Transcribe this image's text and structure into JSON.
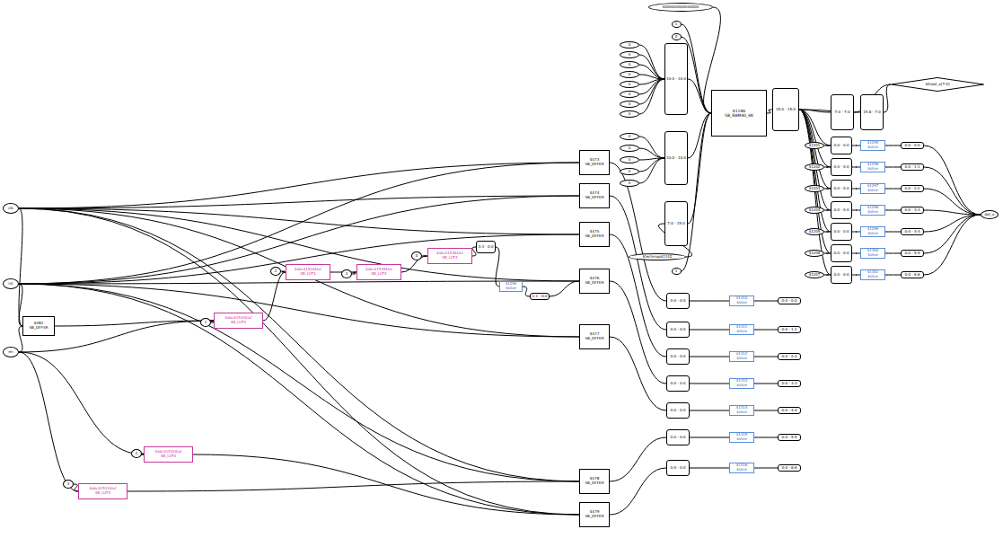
{
  "diagram": {
    "nodes": [
      {
        "text": [
          "clk"
        ]
      },
      {
        "text": [
          "rst"
        ]
      },
      {
        "text": [
          "en"
        ]
      },
      {
        "text": [
          "$482",
          "SB_DFFSR"
        ]
      },
      {
        "text": [
          "3"
        ]
      },
      {
        "text": [
          "$abc$1531$lut",
          "SB_LUT4"
        ]
      },
      {
        "text": [
          "2"
        ]
      },
      {
        "text": [
          "$abc$1532$lut",
          "SB_LUT4"
        ]
      },
      {
        "text": [
          "1"
        ]
      },
      {
        "text": [
          "$abc$1533$lut",
          "SB_LUT4"
        ]
      },
      {
        "text": [
          "2"
        ]
      },
      {
        "text": [
          "$abc$1534$lut",
          "SB_LUT4"
        ]
      },
      {
        "text": [
          "3"
        ]
      },
      {
        "text": [
          "$abc$1535$lut",
          "SB_LUT4"
        ]
      },
      {
        "text": [
          "0"
        ]
      },
      {
        "text": [
          "$abc$1536$lut",
          "SB_LUT4"
        ]
      },
      {
        "text": [
          "3:3 - 0:0"
        ]
      },
      {
        "text": [
          "$1290",
          "$slice"
        ]
      },
      {
        "text": [
          "1:1 - 0:0"
        ]
      },
      {
        "text": [
          "$473",
          "SB_DFFER"
        ]
      },
      {
        "text": [
          "$474",
          "SB_DFFER"
        ]
      },
      {
        "text": [
          "$475",
          "SB_DFFER"
        ]
      },
      {
        "text": [
          "$476",
          "SB_DFFER"
        ]
      },
      {
        "text": [
          "$477",
          "SB_DFFER"
        ]
      },
      {
        "text": [
          "$478",
          "SB_DFFER"
        ]
      },
      {
        "text": [
          "$479",
          "SB_DFFER"
        ]
      },
      {
        "text": [
          "0000000000000000"
        ]
      },
      {
        "text": [
          "1"
        ]
      },
      {
        "text": [
          "0"
        ]
      },
      {
        "text": [
          "10:0 - 10:0"
        ]
      },
      {
        "text": [
          "0"
        ]
      },
      {
        "text": [
          "0"
        ]
      },
      {
        "text": [
          "0"
        ]
      },
      {
        "text": [
          "0"
        ]
      },
      {
        "text": [
          "0"
        ]
      },
      {
        "text": [
          "0"
        ]
      },
      {
        "text": [
          "0"
        ]
      },
      {
        "text": [
          "0"
        ]
      },
      {
        "text": [
          "$1186",
          "SB_RAM40_4K"
        ]
      },
      {
        "text": [
          "10:0 - 10:0"
        ]
      },
      {
        "text": [
          "0"
        ]
      },
      {
        "text": [
          "0"
        ]
      },
      {
        "text": [
          "0"
        ]
      },
      {
        "text": [
          "0"
        ]
      },
      {
        "text": [
          "0"
        ]
      },
      {
        "text": [
          "7:0 - 15:0"
        ]
      },
      {
        "text": [
          "1"
        ]
      },
      {
        "text": [
          "$techmap$1142"
        ]
      },
      {
        "text": [
          "15:0 - 15:0"
        ]
      },
      {
        "text": [
          "7:0 - 7:0"
        ]
      },
      {
        "text": [
          "15:8 - 7:0"
        ]
      },
      {
        "text": [
          "$0\\dat_o[7:0]"
        ]
      },
      {
        "text": [
          "$1201"
        ]
      },
      {
        "text": [
          "0:0 - 0:0"
        ]
      },
      {
        "text": [
          "$1295",
          "$slice"
        ]
      },
      {
        "text": [
          "0:0 - 0:0"
        ]
      },
      {
        "text": [
          "$1202"
        ]
      },
      {
        "text": [
          "0:0 - 0:0"
        ]
      },
      {
        "text": [
          "$1296",
          "$slice"
        ]
      },
      {
        "text": [
          "0:0 - 1:1"
        ]
      },
      {
        "text": [
          "$1203"
        ]
      },
      {
        "text": [
          "0:0 - 0:0"
        ]
      },
      {
        "text": [
          "$1297",
          "$slice"
        ]
      },
      {
        "text": [
          "0:0 - 2:2"
        ]
      },
      {
        "text": [
          "$1204"
        ]
      },
      {
        "text": [
          "0:0 - 0:0"
        ]
      },
      {
        "text": [
          "$1298",
          "$slice"
        ]
      },
      {
        "text": [
          "0:0 - 3:3"
        ]
      },
      {
        "text": [
          "$1205"
        ]
      },
      {
        "text": [
          "0:0 - 0:0"
        ]
      },
      {
        "text": [
          "$1299",
          "$slice"
        ]
      },
      {
        "text": [
          "0:0 - 4:4"
        ]
      },
      {
        "text": [
          "$1206"
        ]
      },
      {
        "text": [
          "0:0 - 0:0"
        ]
      },
      {
        "text": [
          "$1300",
          "$slice"
        ]
      },
      {
        "text": [
          "0:0 - 5:5"
        ]
      },
      {
        "text": [
          "$1207"
        ]
      },
      {
        "text": [
          "0:0 - 0:0"
        ]
      },
      {
        "text": [
          "$1301",
          "$slice"
        ]
      },
      {
        "text": [
          "0:0 - 6:6"
        ]
      },
      {
        "text": [
          "dat_o"
        ]
      },
      {
        "text": [
          "0:0 - 0:0"
        ]
      },
      {
        "text": [
          "$1310",
          "$slice"
        ]
      },
      {
        "text": [
          "0:0 - 0:0"
        ]
      },
      {
        "text": [
          "0:0 - 0:0"
        ]
      },
      {
        "text": [
          "$1311",
          "$slice"
        ]
      },
      {
        "text": [
          "0:0 - 1:1"
        ]
      },
      {
        "text": [
          "0:0 - 0:0"
        ]
      },
      {
        "text": [
          "$1312",
          "$slice"
        ]
      },
      {
        "text": [
          "0:0 - 2:2"
        ]
      },
      {
        "text": [
          "0:0 - 0:0"
        ]
      },
      {
        "text": [
          "$1313",
          "$slice"
        ]
      },
      {
        "text": [
          "0:0 - 3:3"
        ]
      },
      {
        "text": [
          "0:0 - 0:0"
        ]
      },
      {
        "text": [
          "$1314",
          "$slice"
        ]
      },
      {
        "text": [
          "0:0 - 4:4"
        ]
      },
      {
        "text": [
          "0:0 - 0:0"
        ]
      },
      {
        "text": [
          "$1315",
          "$slice"
        ]
      },
      {
        "text": [
          "0:0 - 5:5"
        ]
      },
      {
        "text": [
          "0:0 - 0:0"
        ]
      },
      {
        "text": [
          "$1316",
          "$slice"
        ]
      },
      {
        "text": [
          "0:0 - 6:6"
        ]
      }
    ],
    "edges": [
      {
        "from": 0,
        "to": 3,
        "arrow": "none"
      },
      {
        "from": 0,
        "to": 19,
        "arrow": "none"
      },
      {
        "from": 0,
        "to": 20,
        "arrow": "none"
      },
      {
        "from": 0,
        "to": 21,
        "arrow": "none"
      },
      {
        "from": 0,
        "to": 22,
        "arrow": "none"
      },
      {
        "from": 0,
        "to": 23,
        "arrow": "none"
      },
      {
        "from": 0,
        "to": 24,
        "arrow": "none"
      },
      {
        "from": 0,
        "to": 25,
        "arrow": "none"
      },
      {
        "from": 1,
        "to": 3,
        "arrow": "none"
      },
      {
        "from": 1,
        "to": 19,
        "arrow": "none"
      },
      {
        "from": 1,
        "to": 20,
        "arrow": "none"
      },
      {
        "from": 1,
        "to": 21,
        "arrow": "none"
      },
      {
        "from": 1,
        "to": 22,
        "arrow": "none"
      },
      {
        "from": 1,
        "to": 23,
        "arrow": "none"
      },
      {
        "from": 1,
        "to": 24,
        "arrow": "none"
      },
      {
        "from": 1,
        "to": 25,
        "arrow": "none"
      },
      {
        "from": 2,
        "to": 3,
        "arrow": "none"
      },
      {
        "from": 2,
        "to": 5,
        "arrow": "none"
      },
      {
        "from": 2,
        "to": 7,
        "arrow": "none"
      },
      {
        "from": 2,
        "to": 9,
        "arrow": "none"
      },
      {
        "from": 3,
        "to": 9,
        "arrow": "none"
      },
      {
        "from": 4,
        "to": 5,
        "arrow": "none"
      },
      {
        "from": 5,
        "to": 24,
        "arrow": "none"
      },
      {
        "from": 6,
        "to": 7,
        "arrow": "none"
      },
      {
        "from": 7,
        "to": 25,
        "arrow": "none"
      },
      {
        "from": 8,
        "to": 9,
        "arrow": "none"
      },
      {
        "from": 9,
        "to": 11,
        "arrow": "none"
      },
      {
        "from": 10,
        "to": 11,
        "arrow": "none"
      },
      {
        "from": 11,
        "to": 13,
        "arrow": "none"
      },
      {
        "from": 12,
        "to": 13,
        "arrow": "none"
      },
      {
        "from": 13,
        "to": 15,
        "arrow": "none"
      },
      {
        "from": 14,
        "to": 15,
        "arrow": "none"
      },
      {
        "from": 15,
        "to": 16,
        "arrow": "none"
      },
      {
        "from": 16,
        "to": 17,
        "arrow": "none"
      },
      {
        "from": 17,
        "to": 18,
        "arrow": "none"
      },
      {
        "from": 18,
        "to": 22,
        "arrow": "none"
      },
      {
        "from": 19,
        "to": 81,
        "arrow": "none"
      },
      {
        "from": 20,
        "to": 84,
        "arrow": "none"
      },
      {
        "from": 21,
        "to": 87,
        "arrow": "none"
      },
      {
        "from": 22,
        "to": 90,
        "arrow": "none"
      },
      {
        "from": 23,
        "to": 93,
        "arrow": "none"
      },
      {
        "from": 24,
        "to": 96,
        "arrow": "none"
      },
      {
        "from": 25,
        "to": 99,
        "arrow": "none"
      },
      {
        "from": 81,
        "to": 82,
        "arrow": "none"
      },
      {
        "from": 82,
        "to": 83,
        "arrow": "none"
      },
      {
        "from": 84,
        "to": 85,
        "arrow": "none"
      },
      {
        "from": 85,
        "to": 86,
        "arrow": "none"
      },
      {
        "from": 87,
        "to": 88,
        "arrow": "none"
      },
      {
        "from": 88,
        "to": 89,
        "arrow": "none"
      },
      {
        "from": 90,
        "to": 91,
        "arrow": "none"
      },
      {
        "from": 91,
        "to": 92,
        "arrow": "none"
      },
      {
        "from": 93,
        "to": 94,
        "arrow": "none"
      },
      {
        "from": 94,
        "to": 95,
        "arrow": "none"
      },
      {
        "from": 96,
        "to": 97,
        "arrow": "none"
      },
      {
        "from": 97,
        "to": 98,
        "arrow": "none"
      },
      {
        "from": 99,
        "to": 100,
        "arrow": "none"
      },
      {
        "from": 100,
        "to": 101,
        "arrow": "none"
      },
      {
        "from": 26,
        "to": 38,
        "arrow": "none"
      },
      {
        "from": 27,
        "to": 38,
        "arrow": "none"
      },
      {
        "from": 28,
        "to": 38,
        "arrow": "none"
      },
      {
        "from": 30,
        "to": 29,
        "arrow": "none"
      },
      {
        "from": 31,
        "to": 29,
        "arrow": "none"
      },
      {
        "from": 32,
        "to": 29,
        "arrow": "none"
      },
      {
        "from": 33,
        "to": 29,
        "arrow": "none"
      },
      {
        "from": 34,
        "to": 29,
        "arrow": "none"
      },
      {
        "from": 35,
        "to": 29,
        "arrow": "none"
      },
      {
        "from": 36,
        "to": 29,
        "arrow": "none"
      },
      {
        "from": 37,
        "to": 29,
        "arrow": "none"
      },
      {
        "from": 29,
        "to": 38,
        "arrow": "none"
      },
      {
        "from": 40,
        "to": 39,
        "arrow": "none"
      },
      {
        "from": 41,
        "to": 39,
        "arrow": "none"
      },
      {
        "from": 42,
        "to": 39,
        "arrow": "none"
      },
      {
        "from": 43,
        "to": 39,
        "arrow": "none"
      },
      {
        "from": 44,
        "to": 39,
        "arrow": "none"
      },
      {
        "from": 39,
        "to": 38,
        "arrow": "none"
      },
      {
        "from": 45,
        "to": 38,
        "arrow": "none"
      },
      {
        "from": 46,
        "to": 38,
        "arrow": "none"
      },
      {
        "from": 47,
        "to": 45,
        "arrow": "none"
      },
      {
        "from": 38,
        "to": 48,
        "arrow": "none"
      },
      {
        "from": 48,
        "to": 49,
        "arrow": "none"
      },
      {
        "from": 48,
        "to": 50,
        "arrow": "none"
      },
      {
        "from": 49,
        "to": 51,
        "arrow": "none"
      },
      {
        "from": 50,
        "to": 51,
        "arrow": "none"
      },
      {
        "from": 48,
        "to": 53,
        "arrow": "none"
      },
      {
        "from": 48,
        "to": 57,
        "arrow": "none"
      },
      {
        "from": 48,
        "to": 61,
        "arrow": "none"
      },
      {
        "from": 48,
        "to": 65,
        "arrow": "none"
      },
      {
        "from": 48,
        "to": 69,
        "arrow": "none"
      },
      {
        "from": 48,
        "to": 73,
        "arrow": "none"
      },
      {
        "from": 48,
        "to": 77,
        "arrow": "none"
      },
      {
        "from": 52,
        "to": 53,
        "arrow": "none"
      },
      {
        "from": 53,
        "to": 54,
        "arrow": "none"
      },
      {
        "from": 54,
        "to": 55,
        "arrow": "none"
      },
      {
        "from": 55,
        "to": 80,
        "arrow": "none"
      },
      {
        "from": 56,
        "to": 57,
        "arrow": "none"
      },
      {
        "from": 57,
        "to": 58,
        "arrow": "none"
      },
      {
        "from": 58,
        "to": 59,
        "arrow": "none"
      },
      {
        "from": 59,
        "to": 80,
        "arrow": "none"
      },
      {
        "from": 60,
        "to": 61,
        "arrow": "none"
      },
      {
        "from": 61,
        "to": 62,
        "arrow": "none"
      },
      {
        "from": 62,
        "to": 63,
        "arrow": "none"
      },
      {
        "from": 63,
        "to": 80,
        "arrow": "none"
      },
      {
        "from": 64,
        "to": 65,
        "arrow": "none"
      },
      {
        "from": 65,
        "to": 66,
        "arrow": "none"
      },
      {
        "from": 66,
        "to": 67,
        "arrow": "none"
      },
      {
        "from": 67,
        "to": 80,
        "arrow": "none"
      },
      {
        "from": 68,
        "to": 69,
        "arrow": "none"
      },
      {
        "from": 69,
        "to": 70,
        "arrow": "none"
      },
      {
        "from": 70,
        "to": 71,
        "arrow": "none"
      },
      {
        "from": 71,
        "to": 80,
        "arrow": "none"
      },
      {
        "from": 72,
        "to": 73,
        "arrow": "none"
      },
      {
        "from": 73,
        "to": 74,
        "arrow": "none"
      },
      {
        "from": 74,
        "to": 75,
        "arrow": "none"
      },
      {
        "from": 75,
        "to": 80,
        "arrow": "none"
      },
      {
        "from": 76,
        "to": 77,
        "arrow": "none"
      },
      {
        "from": 77,
        "to": 78,
        "arrow": "none"
      },
      {
        "from": 78,
        "to": 79,
        "arrow": "none"
      },
      {
        "from": 79,
        "to": 80,
        "arrow": "none"
      }
    ]
  }
}
